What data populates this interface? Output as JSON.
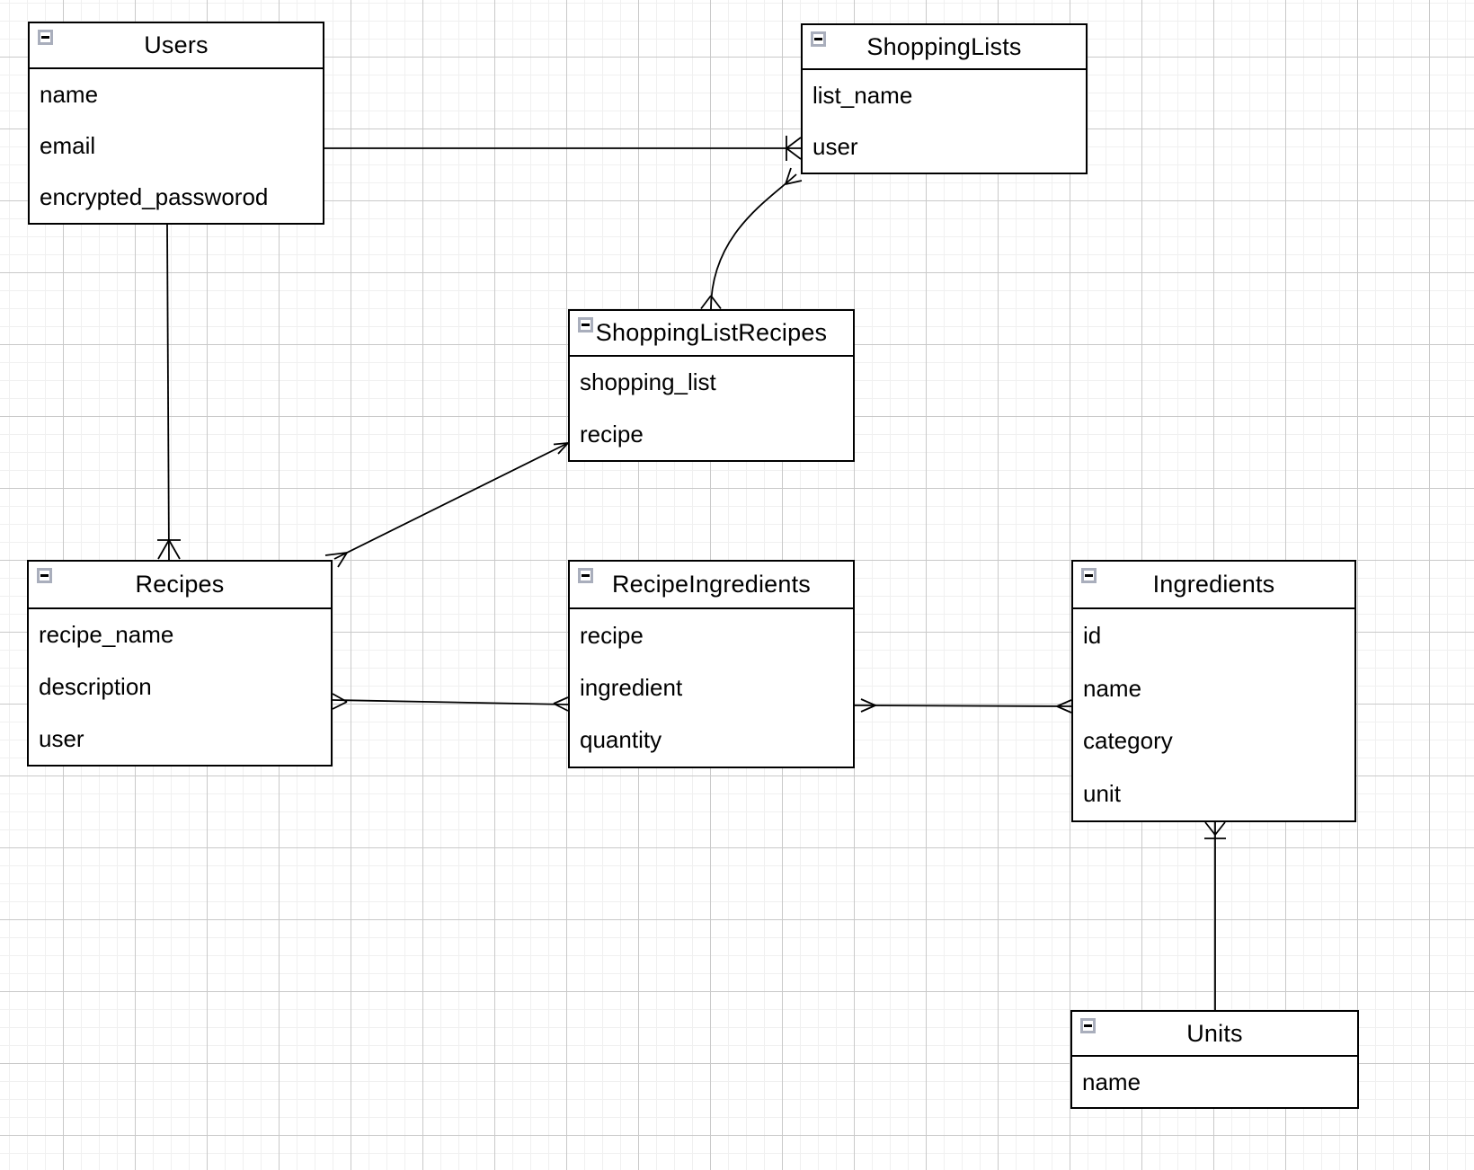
{
  "diagram": {
    "type": "entity-relationship",
    "collapse_icon": "minus",
    "colors": {
      "background": "#ffffff",
      "grid_minor": "#f0f0f0",
      "grid_major": "#c9c9c9",
      "entity_fill": "#ffffff",
      "entity_border": "#000000",
      "text": "#000000"
    },
    "entities": [
      {
        "title": "Users",
        "fields": [
          "name",
          "email",
          "encrypted_passworod"
        ]
      },
      {
        "title": "ShoppingLists",
        "fields": [
          "list_name",
          "user"
        ]
      },
      {
        "title": "ShoppingListRecipes",
        "fields": [
          "shopping_list",
          "recipe"
        ]
      },
      {
        "title": "Recipes",
        "fields": [
          "recipe_name",
          "description",
          "user"
        ]
      },
      {
        "title": "RecipeIngredients",
        "fields": [
          "recipe",
          "ingredient",
          "quantity"
        ]
      },
      {
        "title": "Ingredients",
        "fields": [
          "id",
          "name",
          "category",
          "unit"
        ]
      },
      {
        "title": "Units",
        "fields": [
          "name"
        ]
      }
    ],
    "relationships": [
      {
        "source": "Users",
        "target": "ShoppingLists",
        "target_field": "user",
        "source_marker": "none",
        "target_marker": "bar-crowfoot"
      },
      {
        "source": "Users",
        "target": "Recipes",
        "source_marker": "none",
        "target_marker": "bar-crowfoot"
      },
      {
        "source": "ShoppingListRecipes",
        "target": "ShoppingLists",
        "source_field": "shopping_list",
        "source_marker": "crowfoot",
        "target_marker": "crowfoot"
      },
      {
        "source": "ShoppingListRecipes",
        "target": "Recipes",
        "source_field": "recipe",
        "source_marker": "open-arrow",
        "target_marker": "crowfoot"
      },
      {
        "source": "Recipes",
        "target": "RecipeIngredients",
        "source_marker": "crowfoot",
        "target_marker": "crowfoot"
      },
      {
        "source": "RecipeIngredients",
        "target": "Ingredients",
        "source_field": "ingredient",
        "source_marker": "open-arrow",
        "target_marker": "crowfoot"
      },
      {
        "source": "Ingredients",
        "target": "Units",
        "source_field": "unit",
        "source_marker": "bar-crowfoot",
        "target_marker": "none"
      }
    ]
  }
}
